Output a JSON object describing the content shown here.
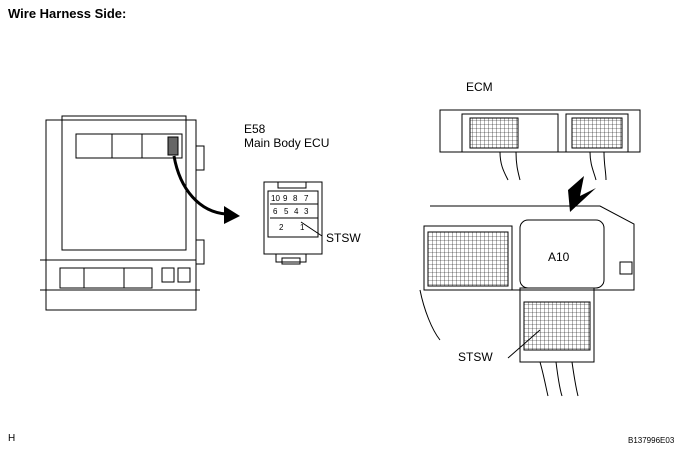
{
  "title": "Wire Harness Side:",
  "left_connector": {
    "code": "E58",
    "name": "Main Body ECU",
    "pins": [
      "10",
      "9",
      "8",
      "7",
      "6",
      "5",
      "4",
      "3",
      "2",
      "1"
    ],
    "callout": "STSW"
  },
  "right_connector": {
    "name": "ECM",
    "code": "A10",
    "callout": "STSW"
  },
  "footer": {
    "corner": "H",
    "figure_id": "B137996E03"
  }
}
